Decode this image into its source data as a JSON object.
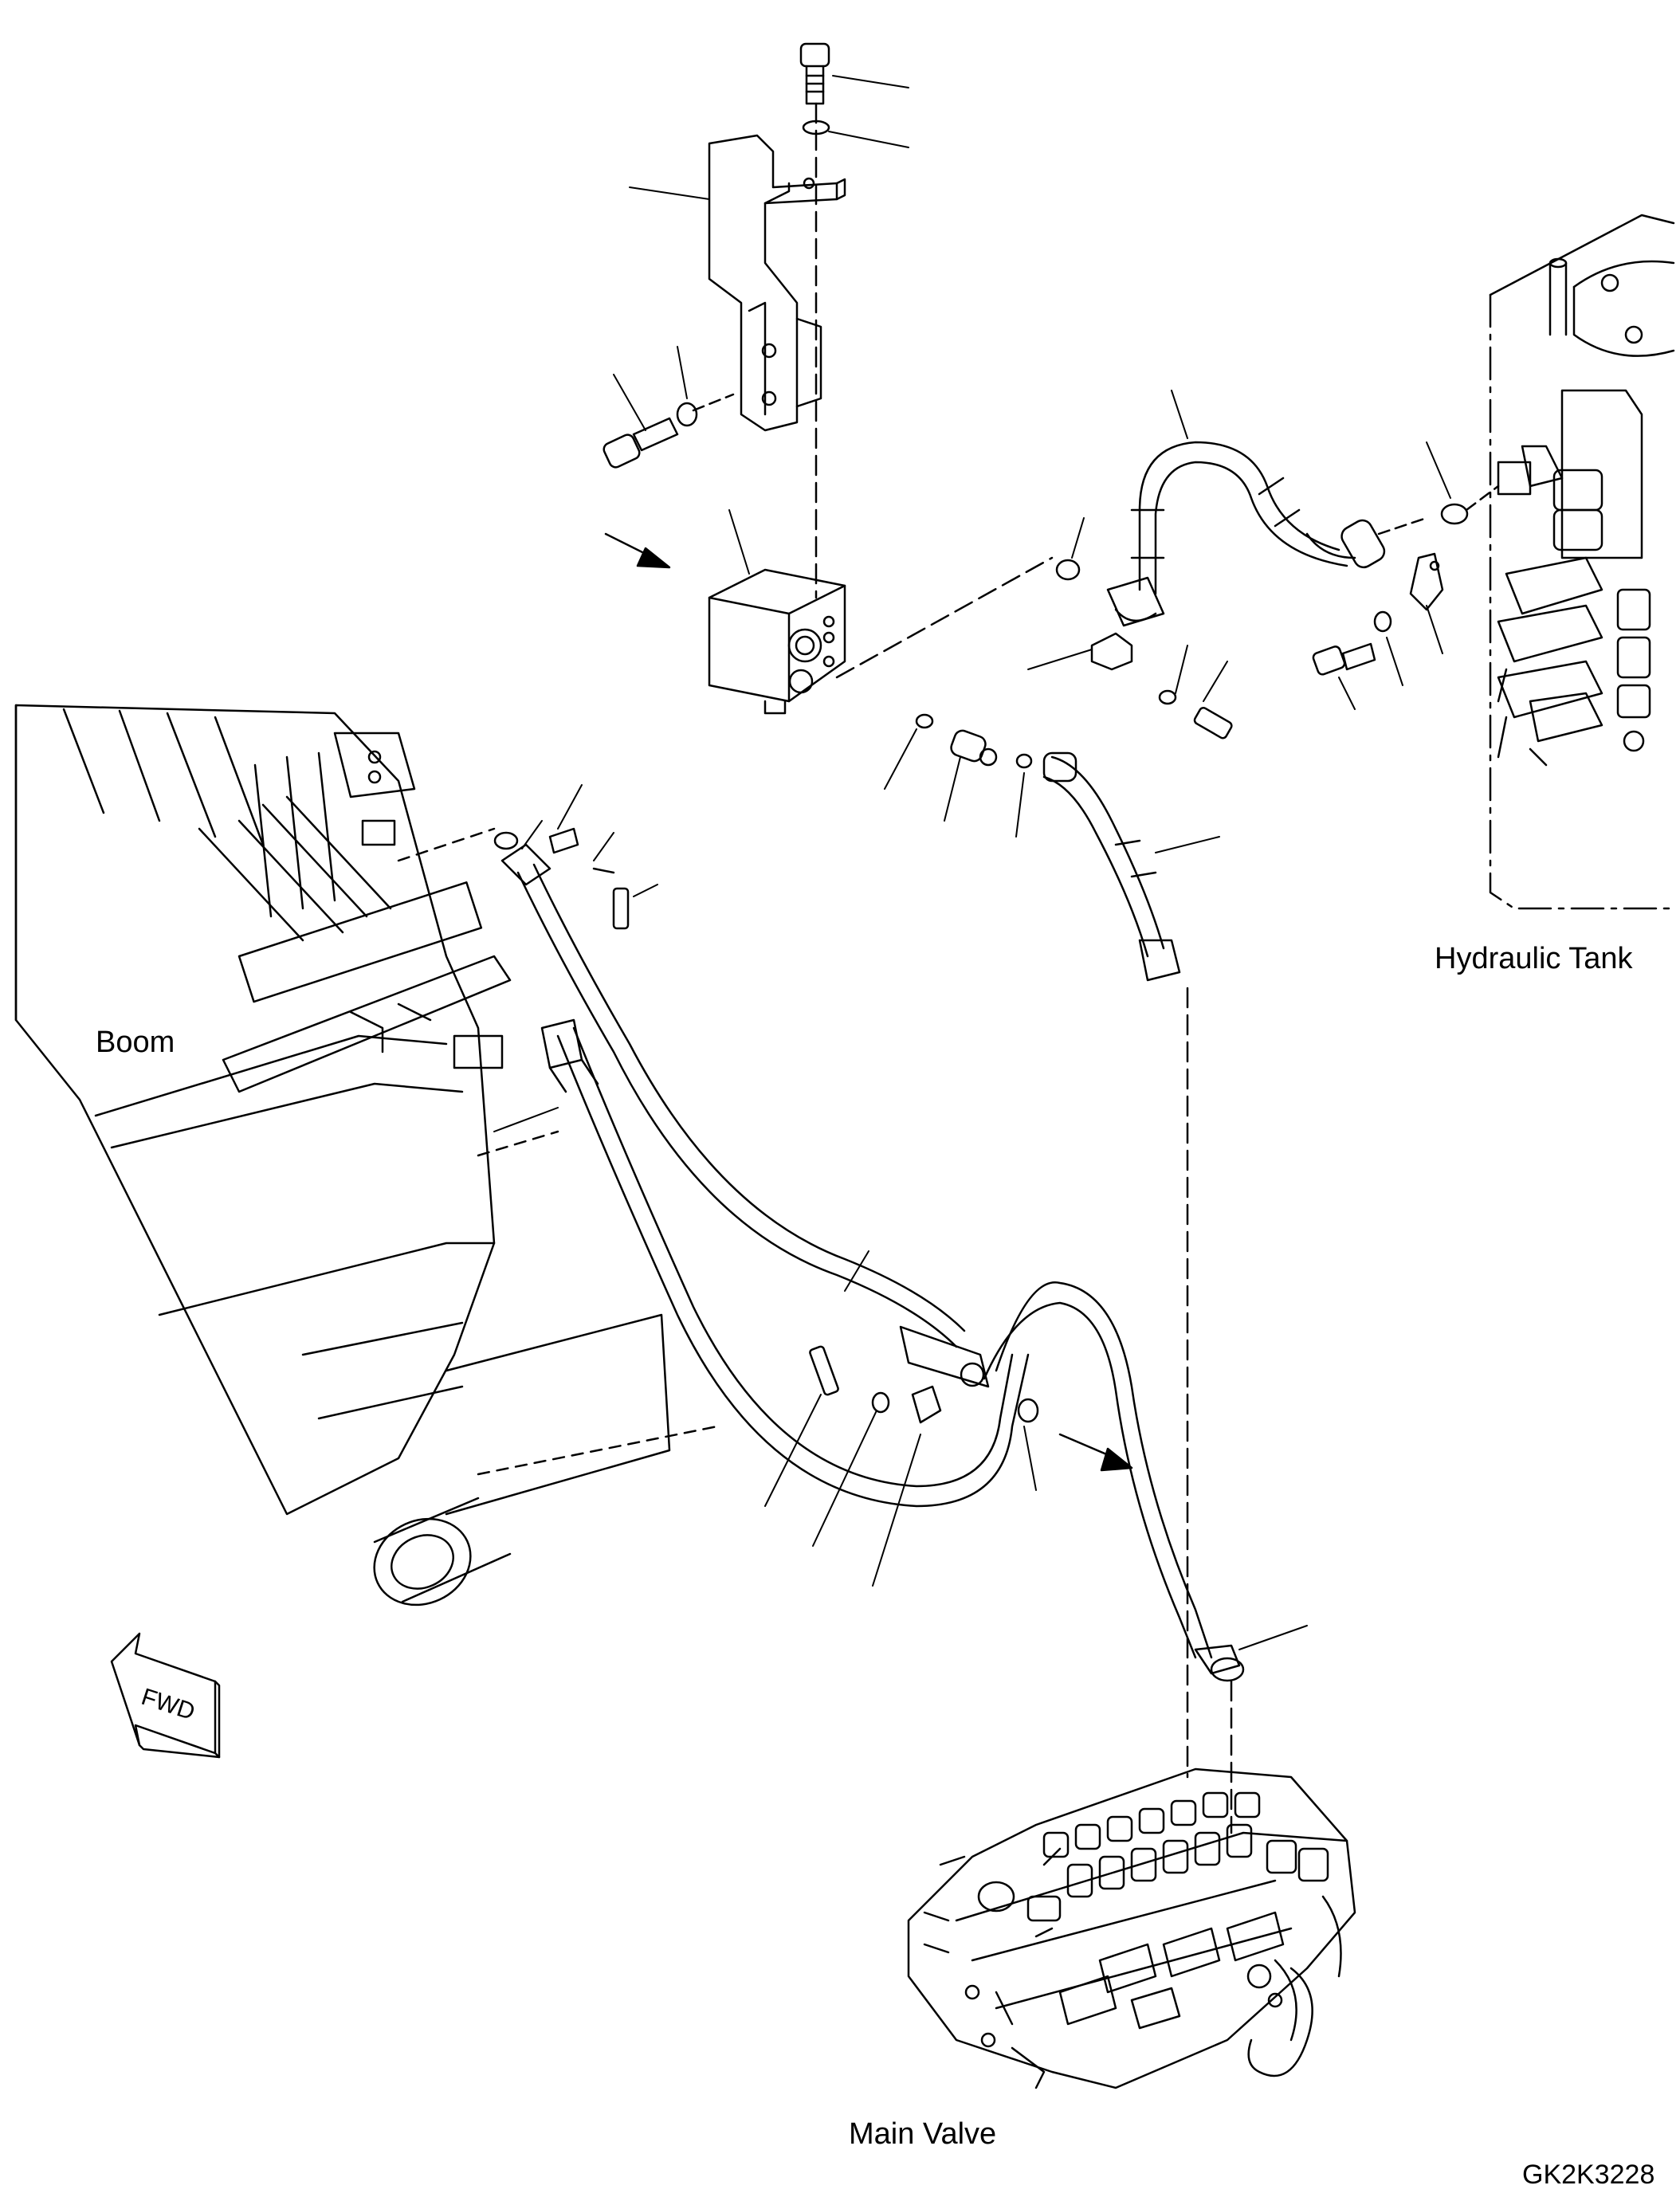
{
  "diagram": {
    "labels": {
      "boom": "Boom",
      "hydraulic_tank": "Hydraulic Tank",
      "main_valve": "Main Valve",
      "drawing_number": "GK2K3228",
      "fwd": "FWD"
    },
    "stroke_color": "#000000",
    "background": "#ffffff"
  }
}
